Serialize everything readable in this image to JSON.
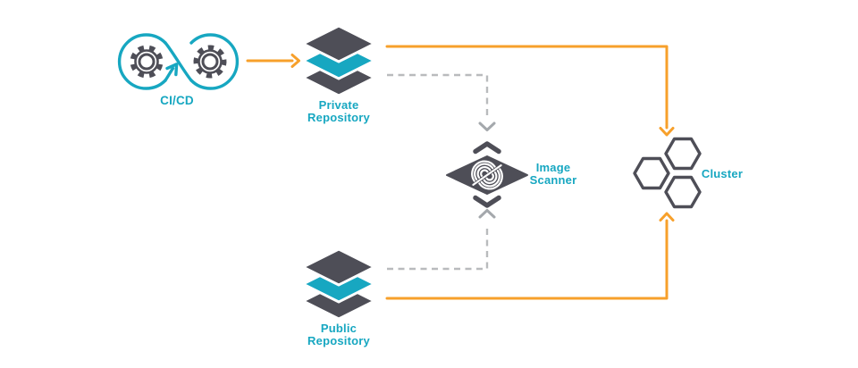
{
  "nodes": {
    "cicd": {
      "label": "CI/CD"
    },
    "private_repo": {
      "label": "Private\nRepository"
    },
    "image_scanner": {
      "label": "Image\nScanner"
    },
    "public_repo": {
      "label": "Public\nRepository"
    },
    "cluster": {
      "label": "Cluster"
    }
  },
  "edges": [
    {
      "from": "cicd",
      "to": "private_repo",
      "style": "solid",
      "color": "orange"
    },
    {
      "from": "private_repo",
      "to": "cluster",
      "style": "solid",
      "color": "orange"
    },
    {
      "from": "private_repo",
      "to": "image_scanner",
      "style": "dashed",
      "color": "gray"
    },
    {
      "from": "public_repo",
      "to": "image_scanner",
      "style": "dashed",
      "color": "gray"
    },
    {
      "from": "public_repo",
      "to": "cluster",
      "style": "solid",
      "color": "orange"
    }
  ],
  "colors": {
    "teal": "#17a7c1",
    "orange": "#f7a02b",
    "dark": "#4e4e57",
    "lgray": "#b9bbbd",
    "lgray2": "#a4a8ac",
    "bg": "#ffffff"
  }
}
